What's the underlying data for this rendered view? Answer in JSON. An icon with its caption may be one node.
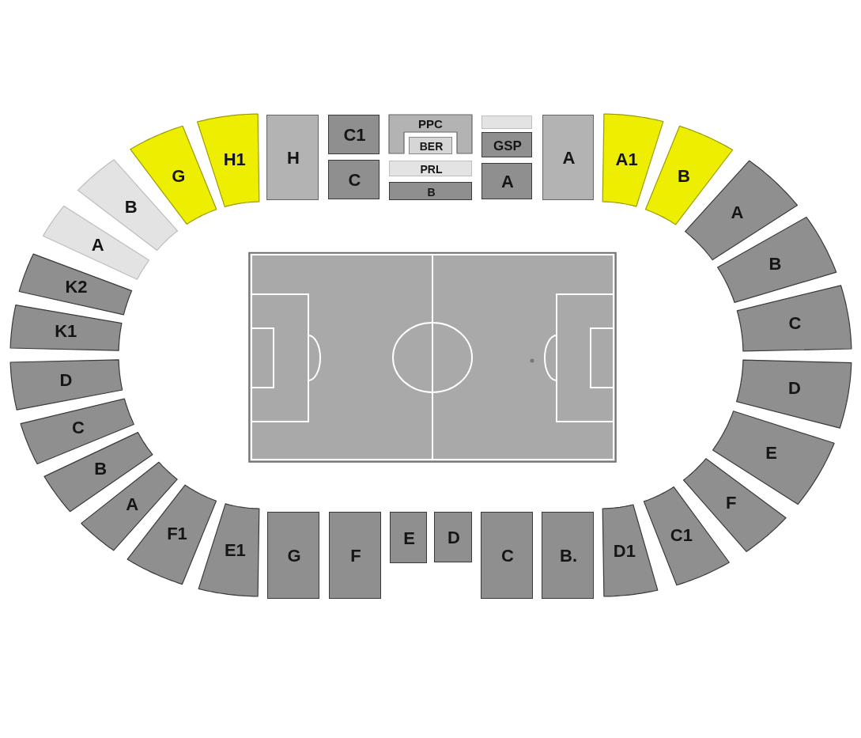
{
  "diagram": {
    "nodes": [
      {
        "text": [
          "A"
        ]
      },
      {
        "text": [
          "B"
        ]
      },
      {
        "text": [
          "G"
        ]
      },
      {
        "text": [
          "H1"
        ]
      },
      {
        "text": [
          "H"
        ]
      },
      {
        "text": [
          "C1"
        ]
      },
      {
        "text": [
          "C"
        ]
      },
      {
        "text": [
          "PPC"
        ]
      },
      {
        "text": [
          "BER"
        ]
      },
      {
        "text": [
          "PRL"
        ]
      },
      {
        "text": [
          "B"
        ]
      },
      {
        "text": [],
        "shape": "box"
      },
      {
        "text": [
          "GSP"
        ]
      },
      {
        "text": [
          "A"
        ]
      },
      {
        "text": [
          "A"
        ]
      },
      {
        "text": [
          "A1"
        ]
      },
      {
        "text": [
          "B"
        ]
      },
      {
        "text": [
          "A"
        ]
      },
      {
        "text": [
          "B"
        ]
      },
      {
        "text": [
          "C"
        ]
      },
      {
        "text": [
          "D"
        ]
      },
      {
        "text": [
          "E"
        ]
      },
      {
        "text": [
          "F"
        ]
      },
      {
        "text": [
          "C1"
        ]
      },
      {
        "text": [
          "D1"
        ]
      },
      {
        "text": [
          "B."
        ]
      },
      {
        "text": [
          "C"
        ]
      },
      {
        "text": [
          "D"
        ]
      },
      {
        "text": [
          "E"
        ]
      },
      {
        "text": [
          "F"
        ]
      },
      {
        "text": [
          "G"
        ]
      },
      {
        "text": [
          "E1"
        ]
      },
      {
        "text": [
          "F1"
        ]
      },
      {
        "text": [
          "A"
        ]
      },
      {
        "text": [
          "B"
        ]
      },
      {
        "text": [
          "C"
        ]
      },
      {
        "text": [
          "D"
        ]
      },
      {
        "text": [
          "K1"
        ]
      },
      {
        "text": [
          "K2"
        ]
      }
    ]
  }
}
